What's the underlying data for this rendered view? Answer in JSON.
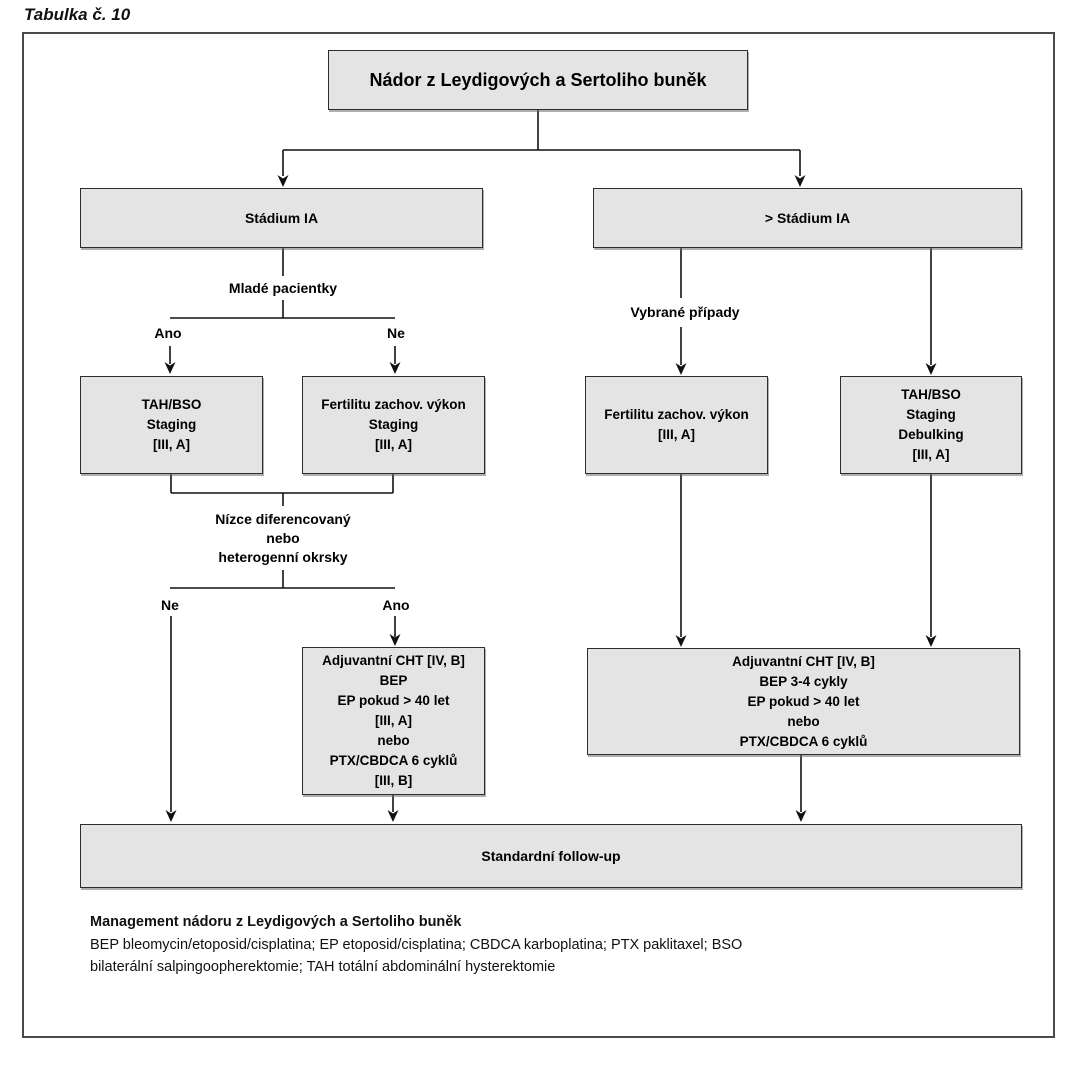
{
  "page": {
    "heading": "Tabulka č. 10"
  },
  "flowchart": {
    "colors": {
      "node_fill": "#e4e4e4",
      "node_border": "#2d2d2d",
      "line": "#111111"
    },
    "nodes": {
      "root": {
        "lines": [
          "Nádor z Leydigových a Sertoliho buněk"
        ]
      },
      "stadium_ia": {
        "lines": [
          "Stádium IA"
        ]
      },
      "gt_stadium_ia": {
        "lines": [
          "> Stádium IA"
        ]
      },
      "tah_bso_staging": {
        "lines": [
          "TAH/BSO",
          "Staging",
          "[III, A]"
        ]
      },
      "fertilita_staging": {
        "lines": [
          "Fertilitu zachov. výkon",
          "Staging",
          "[III, A]"
        ]
      },
      "fertilita_vykon": {
        "lines": [
          "Fertilitu zachov. výkon",
          "[III, A]"
        ]
      },
      "tah_bso_debulking": {
        "lines": [
          "TAH/BSO",
          "Staging",
          "Debulking",
          "[III, A]"
        ]
      },
      "adj_cht_left": {
        "lines": [
          "Adjuvantní CHT [IV, B]",
          "BEP",
          "EP pokud > 40 let",
          "[III, A]",
          "nebo",
          "PTX/CBDCA 6 cyklů",
          "[III, B]"
        ]
      },
      "adj_cht_right": {
        "lines": [
          "Adjuvantní CHT [IV, B]",
          "BEP 3-4 cykly",
          "EP pokud > 40 let",
          "nebo",
          "PTX/CBDCA 6 cyklů"
        ]
      },
      "follow_up": {
        "lines": [
          "Standardní follow-up"
        ]
      }
    },
    "branch_labels": {
      "mlade_pacientky": "Mladé pacientky",
      "ano_1": "Ano",
      "ne_1": "Ne",
      "nizce_line1": "Nízce diferencovaný",
      "nizce_line2": "nebo",
      "nizce_line3": "heterogenní okrsky",
      "ne_2": "Ne",
      "ano_2": "Ano",
      "vybrane_pripady": "Vybrané případy"
    }
  },
  "footnote": {
    "title": "Management nádoru z Leydigových a Sertoliho buněk",
    "line1": "BEP bleomycin/etoposid/cisplatina; EP etoposid/cisplatina; CBDCA karboplatina; PTX paklitaxel; BSO",
    "line2": "bilaterální salpingoopherektomie; TAH totální abdominální hysterektomie"
  }
}
